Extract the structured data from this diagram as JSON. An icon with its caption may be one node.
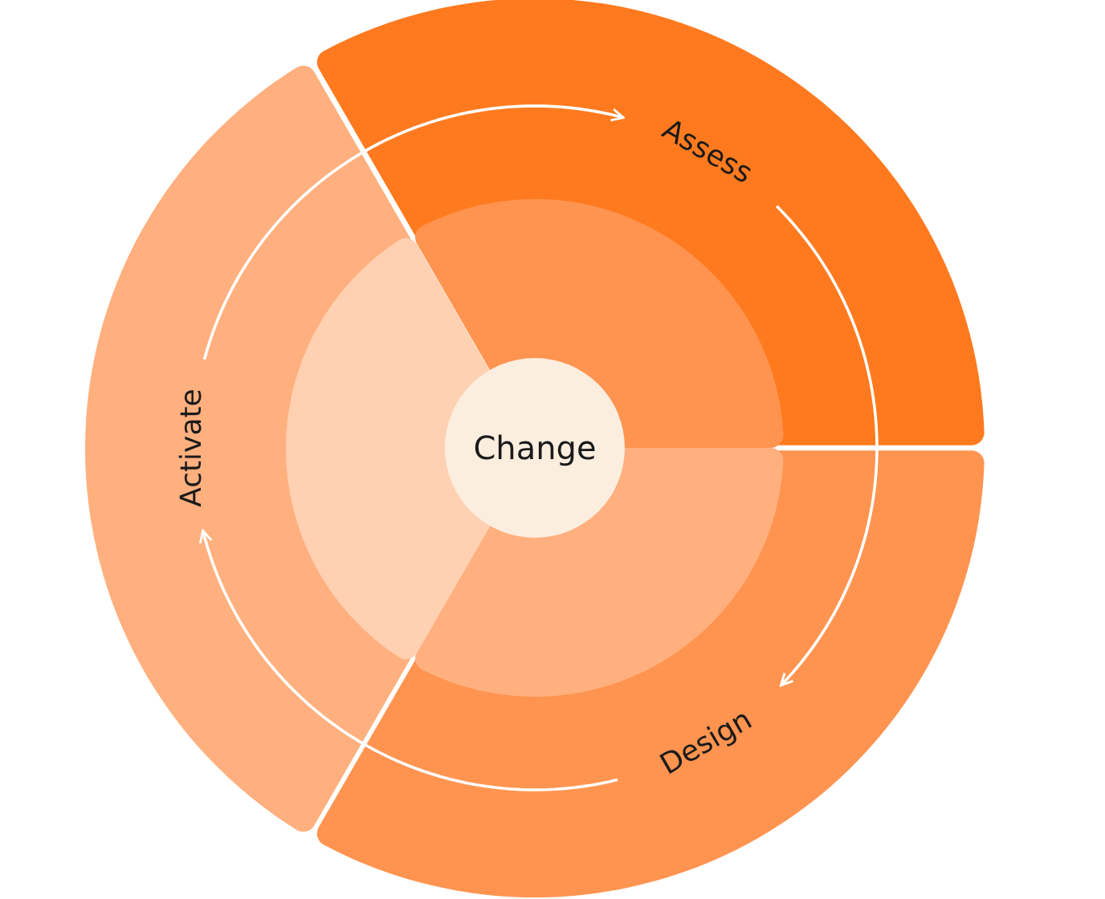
{
  "diagram": {
    "nodes": [
      {
        "text": [
          "Change"
        ]
      },
      {
        "text": [
          "Assess"
        ]
      },
      {
        "text": [
          "Design"
        ]
      },
      {
        "text": [
          "Activate"
        ]
      }
    ],
    "edges": [
      {
        "from": 3,
        "to": 1,
        "arrow": "to"
      },
      {
        "from": 1,
        "to": 2,
        "arrow": "to"
      },
      {
        "from": 2,
        "to": 3,
        "arrow": "to"
      }
    ]
  }
}
